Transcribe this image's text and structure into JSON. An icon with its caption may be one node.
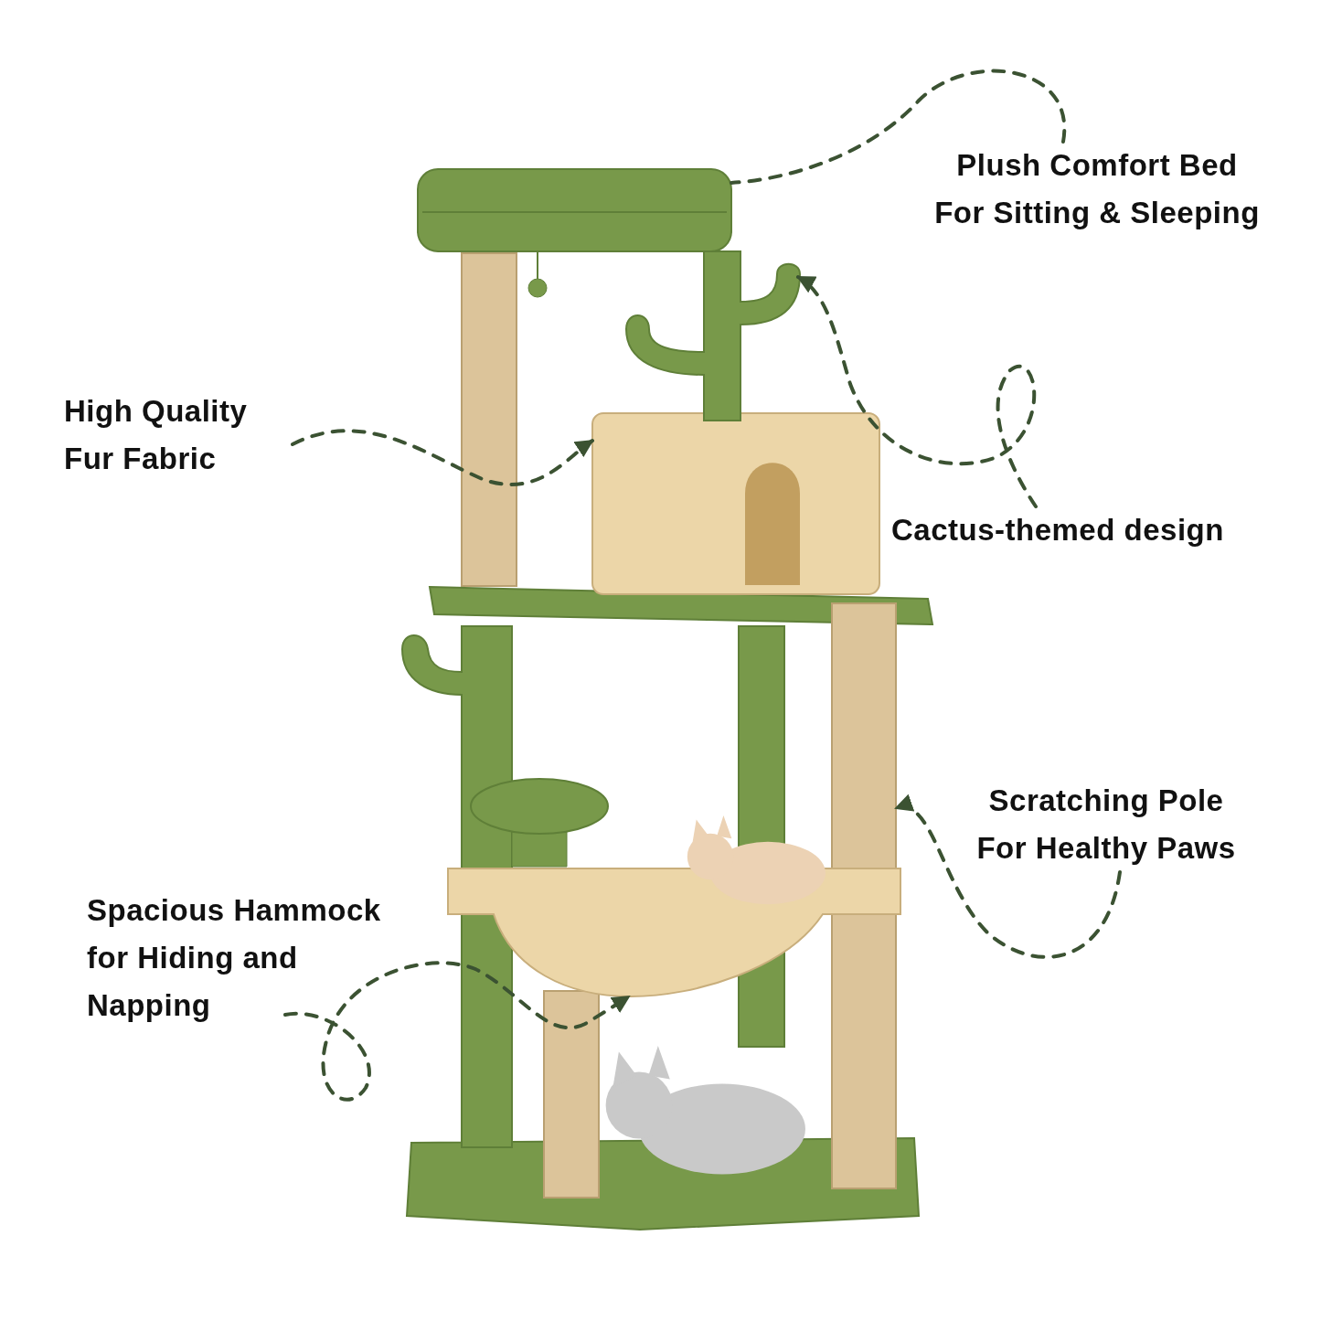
{
  "diagram": {
    "nodes": [
      {
        "text": [
          "Plush Comfort Bed For Sitting & Sleeping"
        ]
      },
      {
        "text": [
          "High Quality Fur Fabric"
        ]
      },
      {
        "text": [
          "Cactus-themed design"
        ]
      },
      {
        "text": [
          "Scratching Pole For Healthy Paws"
        ]
      },
      {
        "text": [
          "Spacious Hammock for Hiding and Napping"
        ]
      },
      {
        "text": [],
        "shape": "picture"
      },
      {
        "text": [],
        "shape": "picture"
      },
      {
        "text": [],
        "shape": "picture"
      },
      {
        "text": [],
        "shape": "bar"
      },
      {
        "text": [],
        "shape": "picture"
      },
      {
        "text": [],
        "shape": "bar"
      },
      {
        "text": [],
        "shape": "circle"
      },
      {
        "text": [],
        "shape": "box"
      },
      {
        "text": [],
        "shape": "picture"
      },
      {
        "text": [],
        "shape": "bar"
      },
      {
        "text": [],
        "shape": "box"
      },
      {
        "text": [],
        "shape": "bar"
      },
      {
        "text": [],
        "shape": "box"
      }
    ],
    "edges": [
      {
        "from": 0,
        "to": 5,
        "arrow": "none",
        "style": "dashed"
      },
      {
        "from": 1,
        "to": 6,
        "arrow": "to",
        "style": "dashed"
      },
      {
        "from": 2,
        "to": 7,
        "arrow": "to",
        "style": "dashed"
      },
      {
        "from": 3,
        "to": 8,
        "arrow": "to",
        "style": "dashed"
      },
      {
        "from": 4,
        "to": 9,
        "arrow": "to",
        "style": "dashed"
      }
    ]
  }
}
